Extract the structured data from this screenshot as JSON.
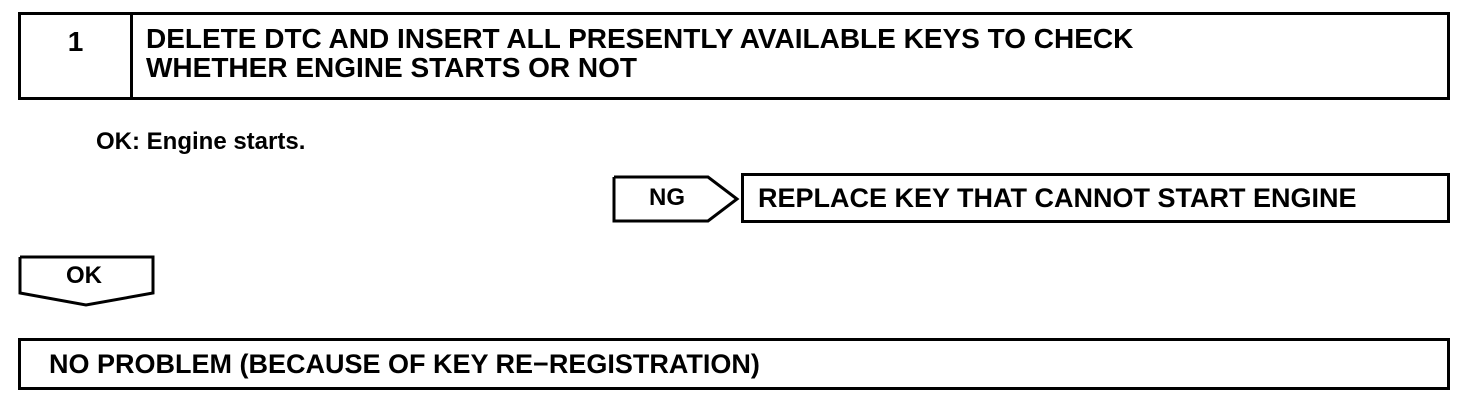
{
  "step": {
    "number": "1",
    "title_line1": "DELETE DTC AND INSERT ALL PRESENTLY AVAILABLE KEYS TO CHECK",
    "title_line2": "WHETHER ENGINE STARTS OR NOT"
  },
  "criteria": {
    "text": "OK: Engine starts."
  },
  "ng_branch": {
    "tag_label": "NG",
    "result": "REPLACE KEY THAT CANNOT START ENGINE"
  },
  "ok_branch": {
    "tag_label": "OK"
  },
  "final": {
    "result": "NO PROBLEM (BECAUSE OF KEY RE−REGISTRATION)"
  }
}
